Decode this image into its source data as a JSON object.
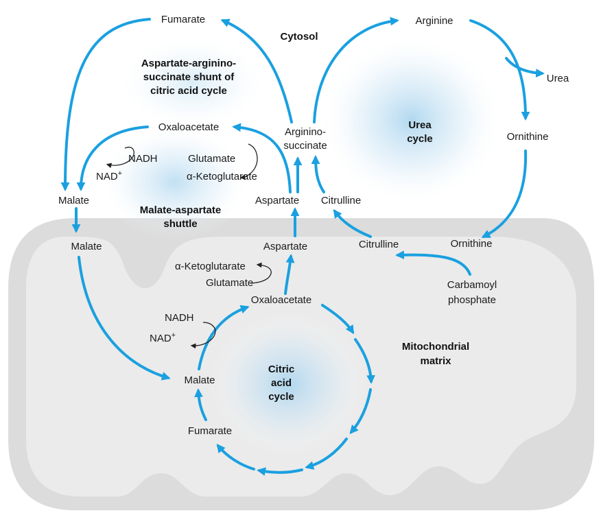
{
  "colors": {
    "arrow": "#1aa0e0",
    "mito_outer": "#dcdcdc",
    "mito_inner": "#ebebeb",
    "glow": "#a9d4ee",
    "text": "#1a1a1a",
    "small_arrow": "#222222"
  },
  "regions": {
    "cytosol": "Cytosol",
    "matrix_line1": "Mitochondrial",
    "matrix_line2": "matrix"
  },
  "cycles": {
    "shunt_line1": "Aspartate-argininо-",
    "shunt_line2": "succinate shunt of",
    "shunt_line3": "citric acid cycle",
    "malate_asp_line1": "Malate-aspartate",
    "malate_asp_line2": "shuttle",
    "urea_line1": "Urea",
    "urea_line2": "cycle",
    "citric_line1": "Citric",
    "citric_line2": "acid",
    "citric_line3": "cycle"
  },
  "metabolites": {
    "fumarate_cyto": "Fumarate",
    "arginine": "Arginine",
    "urea": "Urea",
    "ornithine_cyto": "Ornithine",
    "oxaloacetate_cyto": "Oxaloacetate",
    "argininosuccinate_line1": "Arginino-",
    "argininosuccinate_line2": "succinate",
    "nadh_cyto": "NADH",
    "nad_cyto": "NAD",
    "glutamate_cyto": "Glutamate",
    "akg_cyto": "α-Ketoglutarate",
    "malate_cyto": "Malate",
    "aspartate_cyto": "Aspartate",
    "citrulline_cyto": "Citrulline",
    "malate_mito": "Malate",
    "aspartate_mito": "Aspartate",
    "citrulline_mito": "Citrulline",
    "ornithine_mito": "Ornithine",
    "akg_mito": "α-Ketoglutarate",
    "glutamate_mito": "Glutamate",
    "carbamoyl_line1": "Carbamoyl",
    "carbamoyl_line2": "phosphate",
    "oxaloacetate_mito": "Oxaloacetate",
    "nadh_mito": "NADH",
    "nad_mito": "NAD",
    "malate_cac": "Malate",
    "fumarate_cac": "Fumarate",
    "plus": "+"
  }
}
